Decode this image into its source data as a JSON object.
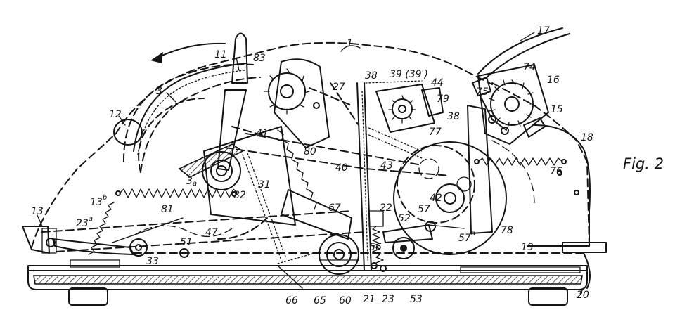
{
  "figure": {
    "caption": "Fig. 2"
  },
  "labels": {
    "n1": "1",
    "n3": "3",
    "n3a": "3",
    "n3a_sub": "a",
    "n11": "11",
    "n12": "12",
    "n13": "13",
    "n13b": "13",
    "n13b_sub": "b",
    "n23a": "23",
    "n23a_sub": "a",
    "n15": "15",
    "n16": "16",
    "n17": "17",
    "n18": "18",
    "n19": "19",
    "n20": "20",
    "n21": "21",
    "n22": "22",
    "n23": "23",
    "n27": "27",
    "n31": "31",
    "n33": "33",
    "n38a": "38",
    "n38b": "38",
    "n39": "39 (39')",
    "n40": "40",
    "n41": "41",
    "n42": "42",
    "n43": "43",
    "n44": "44",
    "n47": "47",
    "n51": "51",
    "n52": "52",
    "n53": "53",
    "n56": "56",
    "n57": "57",
    "n57a": "57",
    "n57a_sub": "a",
    "n60": "60",
    "n65": "65",
    "n66": "66",
    "n67": "67",
    "n74": "74",
    "n75": "75",
    "n76": "76",
    "n77": "77",
    "n78": "78",
    "n79": "79",
    "n80": "80",
    "n81": "81",
    "n82": "82",
    "n83": "83"
  }
}
